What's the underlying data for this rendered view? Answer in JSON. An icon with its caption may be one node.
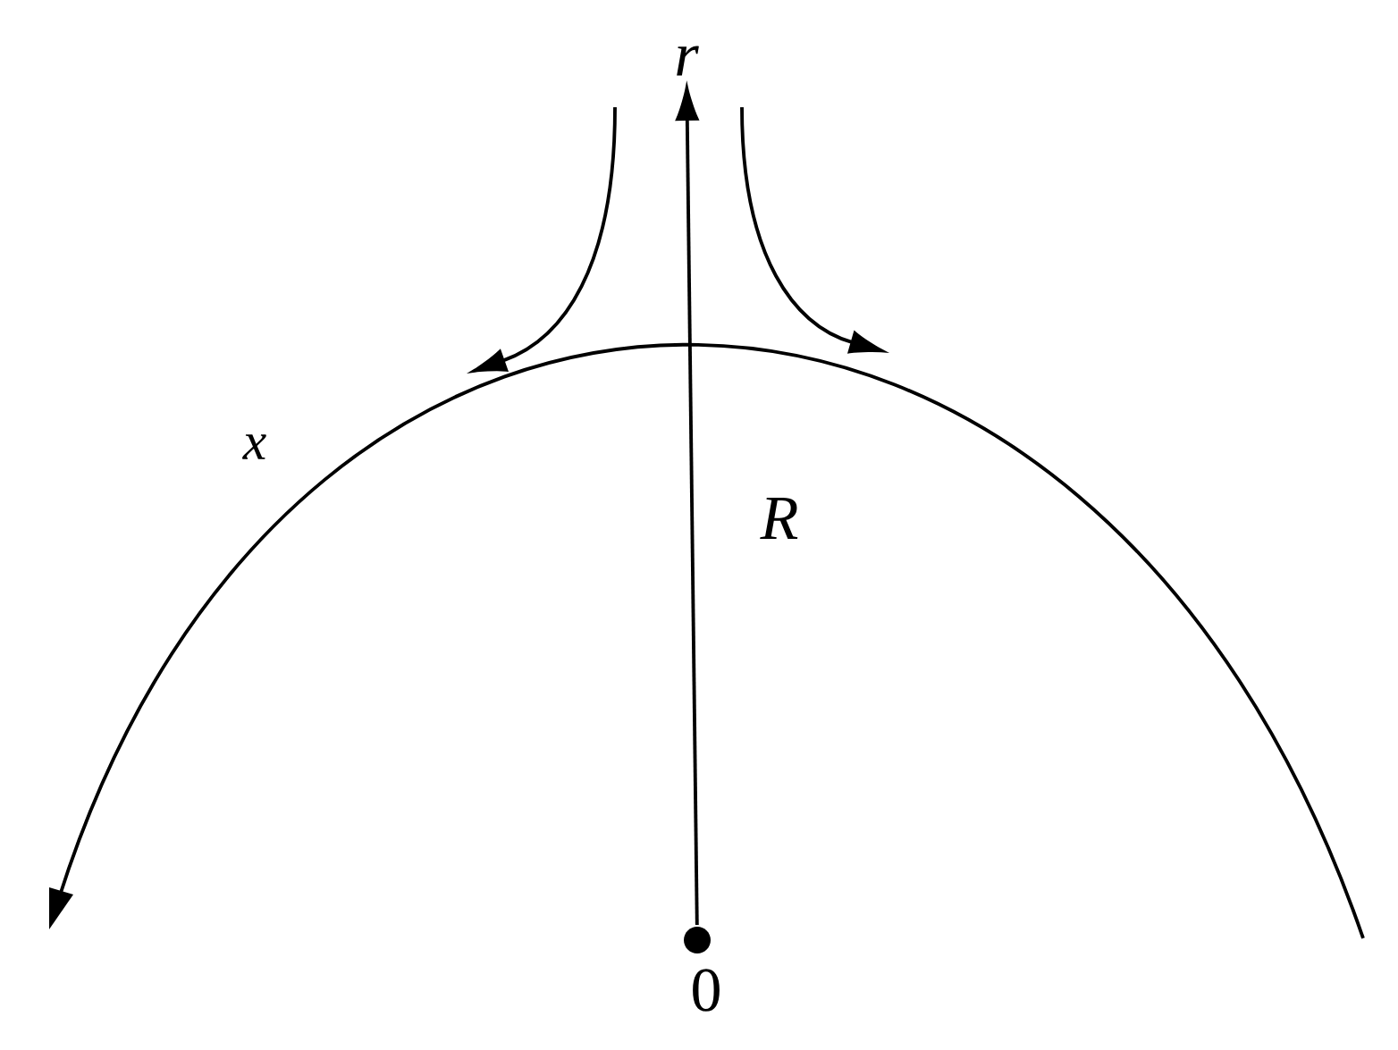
{
  "diagram": {
    "nodes": [
      {
        "text": [
          "r"
        ]
      },
      {
        "text": [],
        "shape": "circle",
        "beside": [
          "0"
        ]
      }
    ],
    "edges": [
      {
        "from": 1,
        "to": 0,
        "arrow": "to",
        "label": "R"
      }
    ],
    "labels": [
      "x"
    ]
  }
}
